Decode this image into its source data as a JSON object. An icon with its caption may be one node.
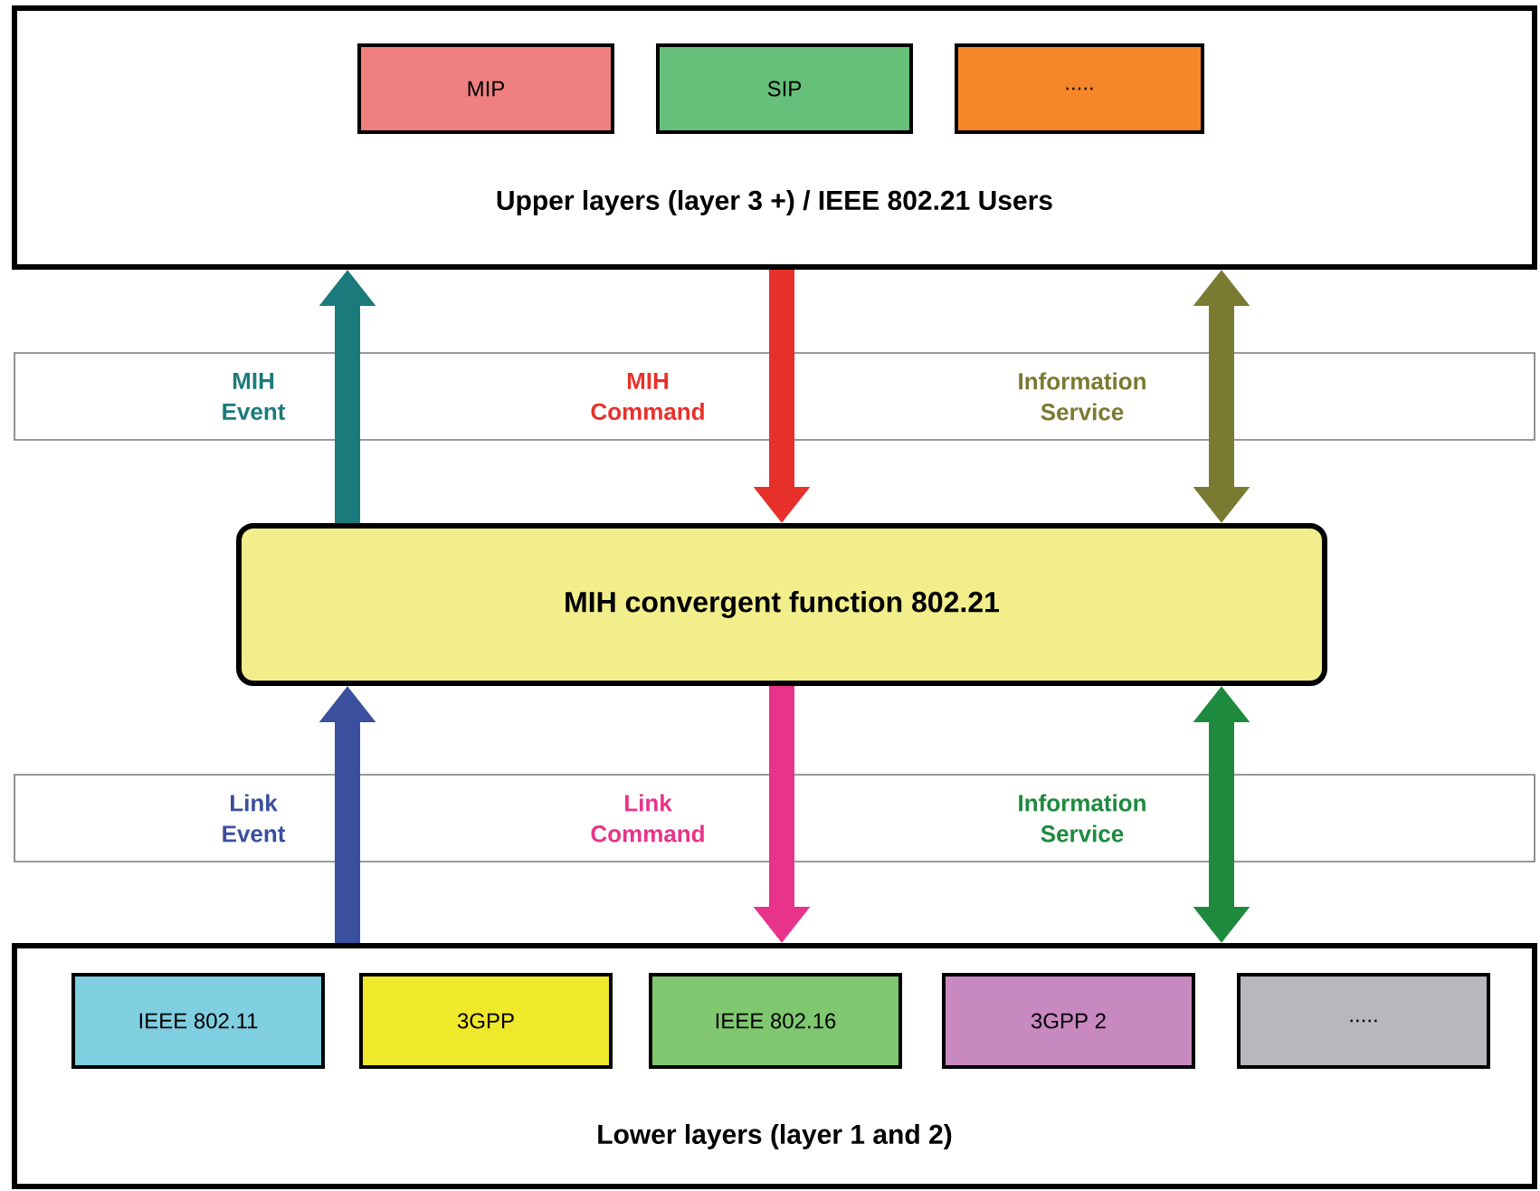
{
  "diagram": {
    "nodes": [
      {
        "text": [
          "Upper layers (layer 3 +) / IEEE 802.21 Users"
        ]
      },
      {
        "text": [
          "MIP"
        ],
        "in": 0
      },
      {
        "text": [
          "SIP"
        ],
        "in": 0
      },
      {
        "text": [
          "....."
        ],
        "in": 0
      },
      {
        "text": [
          "MIH convergent function 802.21"
        ]
      },
      {
        "text": [
          "Lower layers (layer 1 and 2)"
        ]
      },
      {
        "text": [
          "IEEE 802.11"
        ],
        "in": 5
      },
      {
        "text": [
          "3GPP"
        ],
        "in": 5
      },
      {
        "text": [
          "IEEE 802.16"
        ],
        "in": 5
      },
      {
        "text": [
          "3GPP 2"
        ],
        "in": 5
      },
      {
        "text": [
          "....."
        ],
        "in": 5
      }
    ],
    "edges": [
      {
        "from": 4,
        "to": 0,
        "arrow": "to",
        "label": "MIH Event",
        "color": "#1b7a7c"
      },
      {
        "from": 0,
        "to": 4,
        "arrow": "to",
        "label": "MIH Command",
        "color": "#e8302a"
      },
      {
        "from": 0,
        "to": 4,
        "arrow": "both",
        "label": "Information Service",
        "color": "#7a7a32"
      },
      {
        "from": 5,
        "to": 4,
        "arrow": "to",
        "label": "Link Event",
        "color": "#3a4f9e"
      },
      {
        "from": 4,
        "to": 5,
        "arrow": "to",
        "label": "Link Command",
        "color": "#e8338a"
      },
      {
        "from": 4,
        "to": 5,
        "arrow": "both",
        "label": "Information Service",
        "color": "#1e8a3e"
      }
    ]
  }
}
